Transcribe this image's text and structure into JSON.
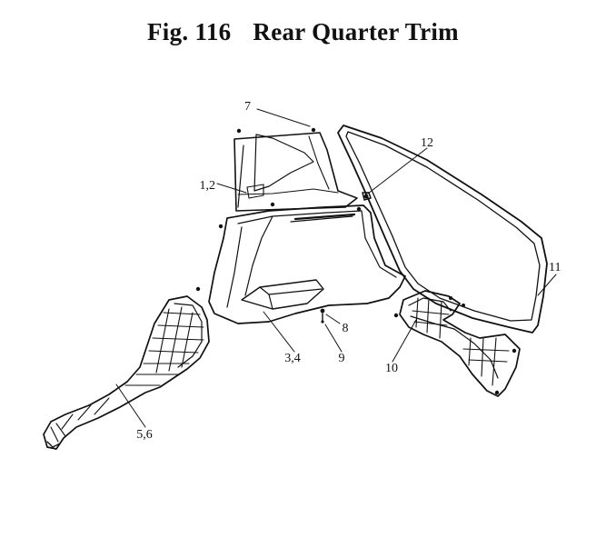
{
  "figure": {
    "number": "Fig. 116",
    "title": "Rear Quarter Trim"
  },
  "callouts": {
    "c7": "7",
    "c12": "12",
    "c1_2": "1,2",
    "c11": "11",
    "c8": "8",
    "c3_4": "3,4",
    "c9": "9",
    "c10": "10",
    "c5_6": "5,6"
  }
}
